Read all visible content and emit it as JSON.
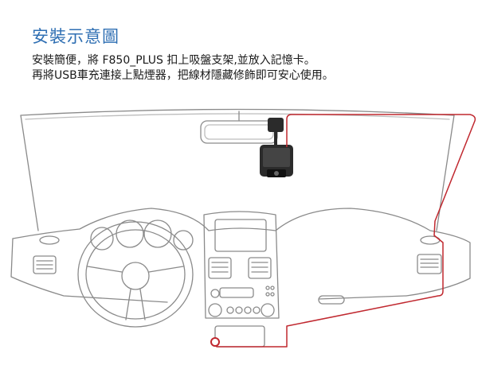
{
  "heading": {
    "title": "安裝示意圖"
  },
  "instructions": {
    "line1": "安裝簡便，將 F850_PLUS 扣上吸盤支架,並放入記憶卡。",
    "line2": "再將USB車充連接上點煙器，把線材隱藏修飾即可安心使用。"
  },
  "diagram": {
    "cable_color": "#c0282f",
    "outline_color": "#8a8a8a",
    "device_color": "#2b2b2b"
  }
}
